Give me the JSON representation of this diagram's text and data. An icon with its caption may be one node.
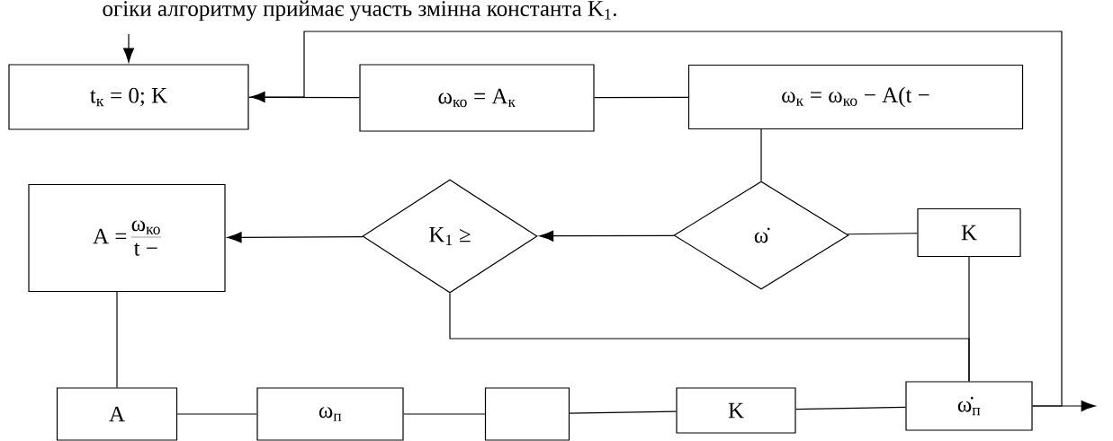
{
  "diagram": {
    "nodes": [
      {
        "text": [
          "t$_{к}$ = 0;  K"
        ]
      },
      {
        "text": [
          "ω$_{ко}$ = A$_{к}$"
        ]
      },
      {
        "text": [
          "ω$_{к}$ = ω$_{ко}$ − A(t −"
        ]
      },
      {
        "text": [
          "A =",
          "ω$_{ко}$",
          "t −"
        ]
      },
      {
        "text": [
          "K$_{1}$ ≥"
        ]
      },
      {
        "text": [
          "ω̇"
        ]
      },
      {
        "text": [
          "K"
        ]
      },
      {
        "text": [
          "A"
        ]
      },
      {
        "text": [
          "ω$_{п}$"
        ]
      },
      {
        "text": [],
        "shape": "box"
      },
      {
        "text": [
          "K"
        ]
      },
      {
        "text": [
          "ω̇$_{п}$"
        ]
      }
    ],
    "edges": [
      {
        "from": null,
        "to": 0,
        "arrow": "to"
      },
      {
        "from": 0,
        "to": 1,
        "arrow": "none"
      },
      {
        "from": 1,
        "to": 2,
        "arrow": "none"
      },
      {
        "from": 11,
        "to": 0,
        "arrow": "to"
      },
      {
        "from": 2,
        "to": 5,
        "arrow": "none"
      },
      {
        "from": 5,
        "to": 4,
        "arrow": "to"
      },
      {
        "from": 4,
        "to": 3,
        "arrow": "to"
      },
      {
        "from": 5,
        "to": 6,
        "arrow": "none"
      },
      {
        "from": 4,
        "to": 11,
        "arrow": "none"
      },
      {
        "from": 6,
        "to": 11,
        "arrow": "none"
      },
      {
        "from": 3,
        "to": 7,
        "arrow": "none"
      },
      {
        "from": 7,
        "to": 8,
        "arrow": "none"
      },
      {
        "from": 8,
        "to": 9,
        "arrow": "none"
      },
      {
        "from": 9,
        "to": 10,
        "arrow": "none"
      },
      {
        "from": 10,
        "to": 11,
        "arrow": "none"
      },
      {
        "from": 11,
        "to": null,
        "arrow": "to"
      }
    ],
    "labels": [
      "огіки алгоритму приймає участь змінна константа K$_{1}$."
    ]
  }
}
